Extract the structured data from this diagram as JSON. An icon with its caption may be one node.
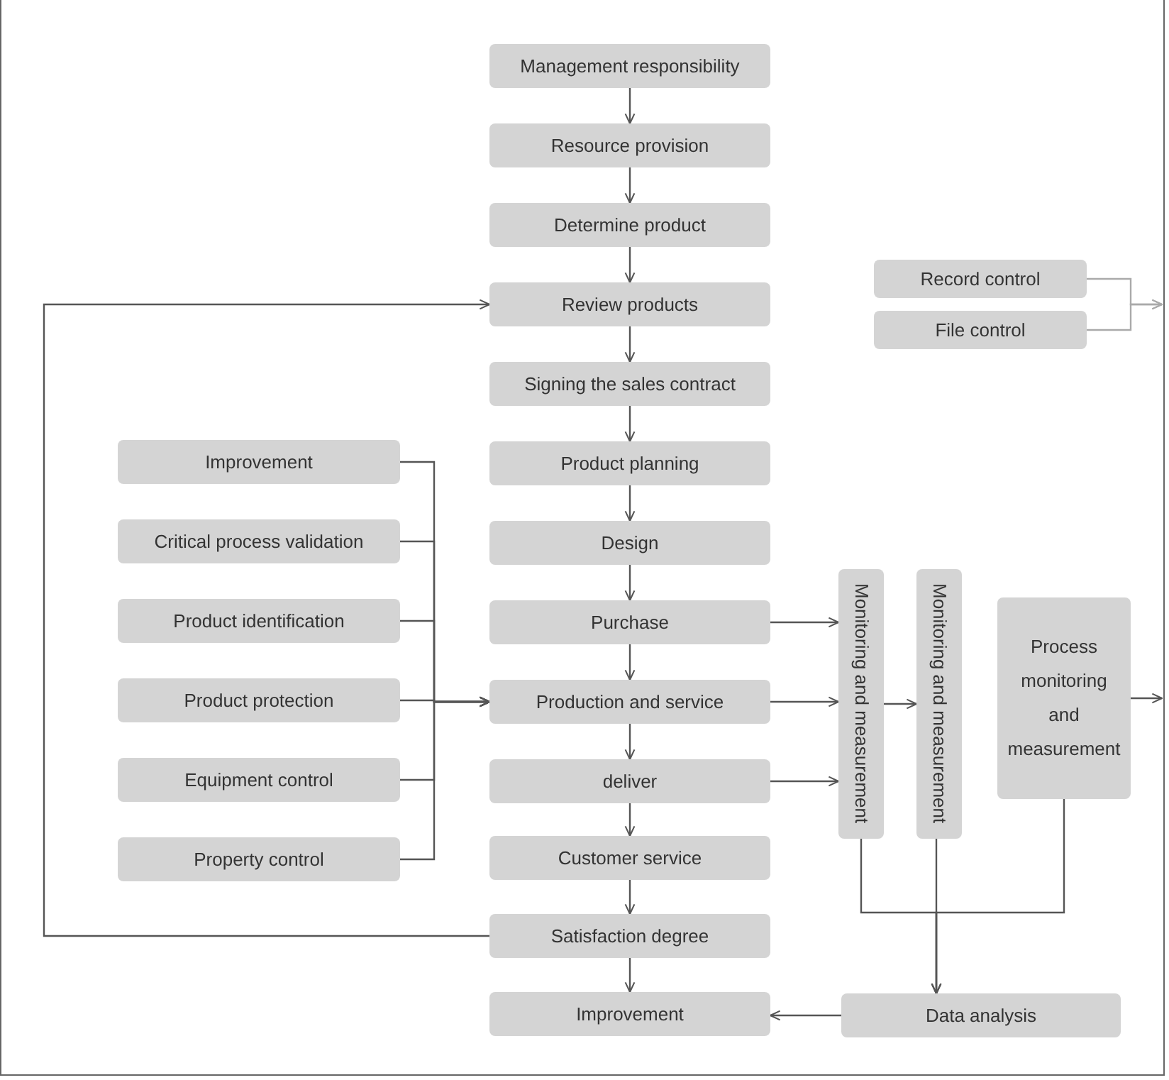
{
  "diagram": {
    "nodes": [
      {
        "text": [
          "Management responsibility"
        ]
      },
      {
        "text": [
          "Resource provision"
        ]
      },
      {
        "text": [
          "Determine product"
        ]
      },
      {
        "text": [
          "Review products"
        ]
      },
      {
        "text": [
          "Signing the sales contract"
        ]
      },
      {
        "text": [
          "Product planning"
        ]
      },
      {
        "text": [
          "Design"
        ]
      },
      {
        "text": [
          "Purchase"
        ]
      },
      {
        "text": [
          "Production and service"
        ]
      },
      {
        "text": [
          "deliver"
        ]
      },
      {
        "text": [
          "Customer service"
        ]
      },
      {
        "text": [
          "Satisfaction degree"
        ]
      },
      {
        "text": [
          "Improvement"
        ]
      },
      {
        "text": [
          "Improvement"
        ]
      },
      {
        "text": [
          "Critical process validation"
        ]
      },
      {
        "text": [
          "Product identification"
        ]
      },
      {
        "text": [
          "Product protection"
        ]
      },
      {
        "text": [
          "Equipment control"
        ]
      },
      {
        "text": [
          "Property control"
        ]
      },
      {
        "text": [
          "Record control"
        ]
      },
      {
        "text": [
          "File control"
        ]
      },
      {
        "text": [
          "Monitoring and measurement"
        ]
      },
      {
        "text": [
          "Monitoring and measurement"
        ]
      },
      {
        "text": [
          "Process monitoring and measurement"
        ]
      },
      {
        "text": [
          "Data analysis"
        ]
      }
    ],
    "edges": [
      {
        "from": 0,
        "to": 1,
        "arrow": "to"
      },
      {
        "from": 1,
        "to": 2,
        "arrow": "to"
      },
      {
        "from": 2,
        "to": 3,
        "arrow": "to"
      },
      {
        "from": 3,
        "to": 4,
        "arrow": "to"
      },
      {
        "from": 4,
        "to": 5,
        "arrow": "to"
      },
      {
        "from": 5,
        "to": 6,
        "arrow": "to"
      },
      {
        "from": 6,
        "to": 7,
        "arrow": "to"
      },
      {
        "from": 7,
        "to": 8,
        "arrow": "to"
      },
      {
        "from": 8,
        "to": 9,
        "arrow": "to"
      },
      {
        "from": 9,
        "to": 10,
        "arrow": "to"
      },
      {
        "from": 10,
        "to": 11,
        "arrow": "to"
      },
      {
        "from": 11,
        "to": 12,
        "arrow": "to"
      },
      {
        "from": 11,
        "to": 3,
        "arrow": "to"
      },
      {
        "from": 13,
        "to": 8,
        "arrow": "to"
      },
      {
        "from": 14,
        "to": 8,
        "arrow": "to"
      },
      {
        "from": 15,
        "to": 8,
        "arrow": "to"
      },
      {
        "from": 16,
        "to": 8,
        "arrow": "to"
      },
      {
        "from": 17,
        "to": 8,
        "arrow": "to"
      },
      {
        "from": 18,
        "to": 8,
        "arrow": "to"
      },
      {
        "from": 19,
        "to": null,
        "arrow": "to",
        "color": "#aaaaaa"
      },
      {
        "from": 20,
        "to": null,
        "arrow": "to",
        "color": "#aaaaaa"
      },
      {
        "from": 7,
        "to": 21,
        "arrow": "to"
      },
      {
        "from": 8,
        "to": 21,
        "arrow": "to"
      },
      {
        "from": 9,
        "to": 21,
        "arrow": "to"
      },
      {
        "from": 21,
        "to": 22,
        "arrow": "to"
      },
      {
        "from": 23,
        "to": null,
        "arrow": "to"
      },
      {
        "from": 21,
        "to": 24,
        "arrow": "to"
      },
      {
        "from": 22,
        "to": 24,
        "arrow": "to"
      },
      {
        "from": 23,
        "to": 24,
        "arrow": "to"
      },
      {
        "from": 24,
        "to": 12,
        "arrow": "to"
      }
    ]
  }
}
